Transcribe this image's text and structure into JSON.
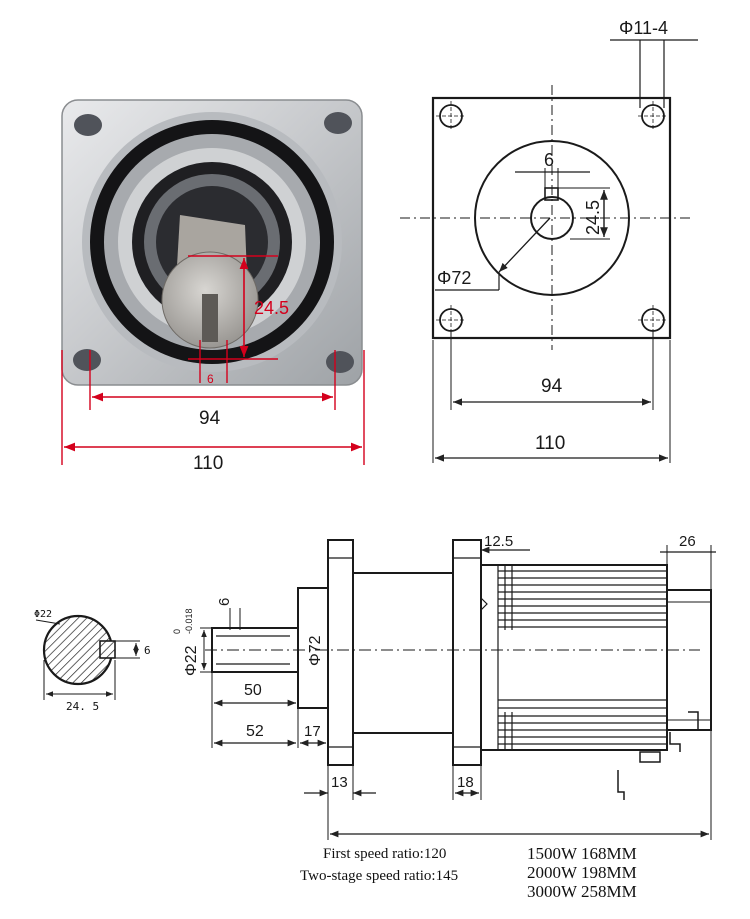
{
  "photo": {
    "bolt_spacing": "94",
    "flange_width": "110",
    "shaft_height": "24.5",
    "key_width": "6"
  },
  "front_view": {
    "hole_callout": "Φ11-4",
    "key_width": "6",
    "shaft_height": "24.5",
    "pilot_diameter": "Φ72",
    "bolt_spacing": "94",
    "flange_width": "110"
  },
  "shaft_section": {
    "diameter": "Φ22",
    "key_width": "6",
    "height": "24. 5"
  },
  "side_view": {
    "key_width": "6",
    "shaft_diameter": "Φ22",
    "tol_upper": "0",
    "tol_lower": "-0.018",
    "pilot_diameter": "Φ72",
    "key_length": "50",
    "shaft_length": "52",
    "pilot_length": "17",
    "flange_thickness": "13",
    "second_flange": "18",
    "motor_offset": "12.5",
    "tail_length": "26"
  },
  "notes": {
    "first_ratio": "First speed ratio:120",
    "second_ratio": "Two-stage speed ratio:145"
  },
  "motor_lengths": [
    "1500W 168MM",
    "2000W 198MM",
    "3000W 258MM"
  ]
}
